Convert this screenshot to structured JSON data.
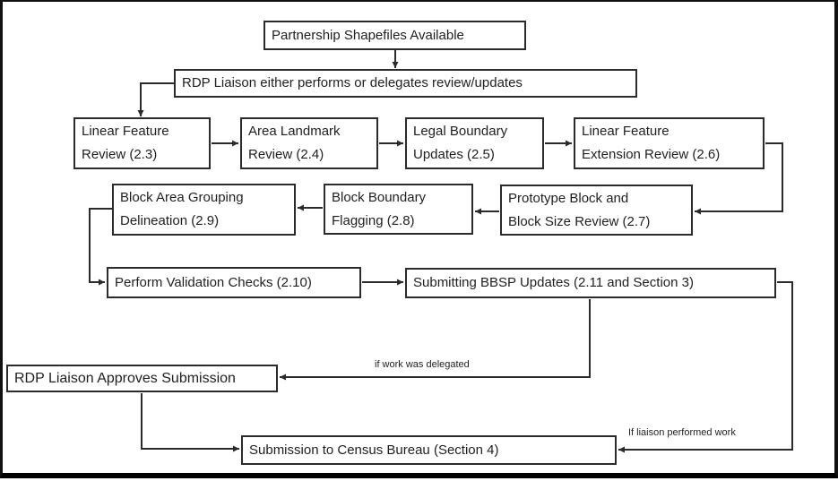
{
  "flowchart": {
    "nodes": {
      "partnership": {
        "label": "Partnership Shapefiles Available"
      },
      "rdp_review": {
        "label": "RDP Liaison either performs or delegates review/updates"
      },
      "linear_feature_review": {
        "label": "Linear Feature\nReview (2.3)"
      },
      "area_landmark_review": {
        "label": "Area Landmark\nReview (2.4)"
      },
      "legal_boundary_updates": {
        "label": "Legal Boundary\nUpdates (2.5)"
      },
      "linear_feature_extension": {
        "label": "Linear Feature\nExtension Review (2.6)"
      },
      "prototype_block": {
        "label": "Prototype Block and\nBlock Size Review (2.7)"
      },
      "block_boundary_flagging": {
        "label": "Block Boundary\nFlagging (2.8)"
      },
      "block_area_grouping": {
        "label": "Block Area Grouping\nDelineation (2.9)"
      },
      "validation_checks": {
        "label": "Perform Validation Checks (2.10)"
      },
      "submitting_bbsp": {
        "label": "Submitting BBSP Updates (2.11 and Section 3)"
      },
      "rdp_approves": {
        "label": "RDP Liaison Approves Submission"
      },
      "census_submission": {
        "label": "Submission to Census Bureau (Section 4)"
      }
    },
    "edge_labels": {
      "delegated": "if work was delegated",
      "liaison_performed": "If liaison performed work"
    },
    "colors": {
      "line": "#2b2b2b",
      "background": "#ffffff",
      "text": "#1f1f1f"
    }
  }
}
